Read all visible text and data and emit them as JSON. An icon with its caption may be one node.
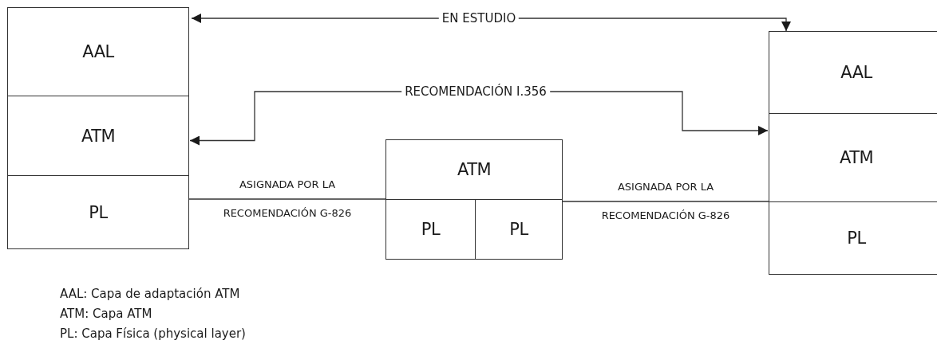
{
  "diagram": {
    "nodes": [
      {
        "text": [
          "AAL"
        ]
      },
      {
        "text": [
          "ATM"
        ]
      },
      {
        "text": [
          "PL"
        ]
      },
      {
        "text": [
          "ATM"
        ]
      },
      {
        "text": [
          "PL"
        ]
      },
      {
        "text": [
          "PL"
        ]
      },
      {
        "text": [
          "AAL"
        ]
      },
      {
        "text": [
          "ATM"
        ]
      },
      {
        "text": [
          "PL"
        ]
      }
    ],
    "edges": [
      {
        "from": 0,
        "to": 6,
        "arrow": "both",
        "label": "EN ESTUDIO"
      },
      {
        "from": 1,
        "to": 7,
        "arrow": "both",
        "label": "RECOMENDACIÓN I.356"
      },
      {
        "from": 2,
        "to": 4,
        "arrow": "none",
        "label": "ASIGNADA POR LA RECOMENDACIÓN G-826"
      },
      {
        "from": 5,
        "to": 8,
        "arrow": "none",
        "label": "ASIGNADA POR LA RECOMENDACIÓN G-826"
      }
    ],
    "labels": [
      "AAL: Capa de adaptación ATM",
      "ATM: Capa ATM",
      "PL: Capa Física (physical layer)"
    ]
  }
}
